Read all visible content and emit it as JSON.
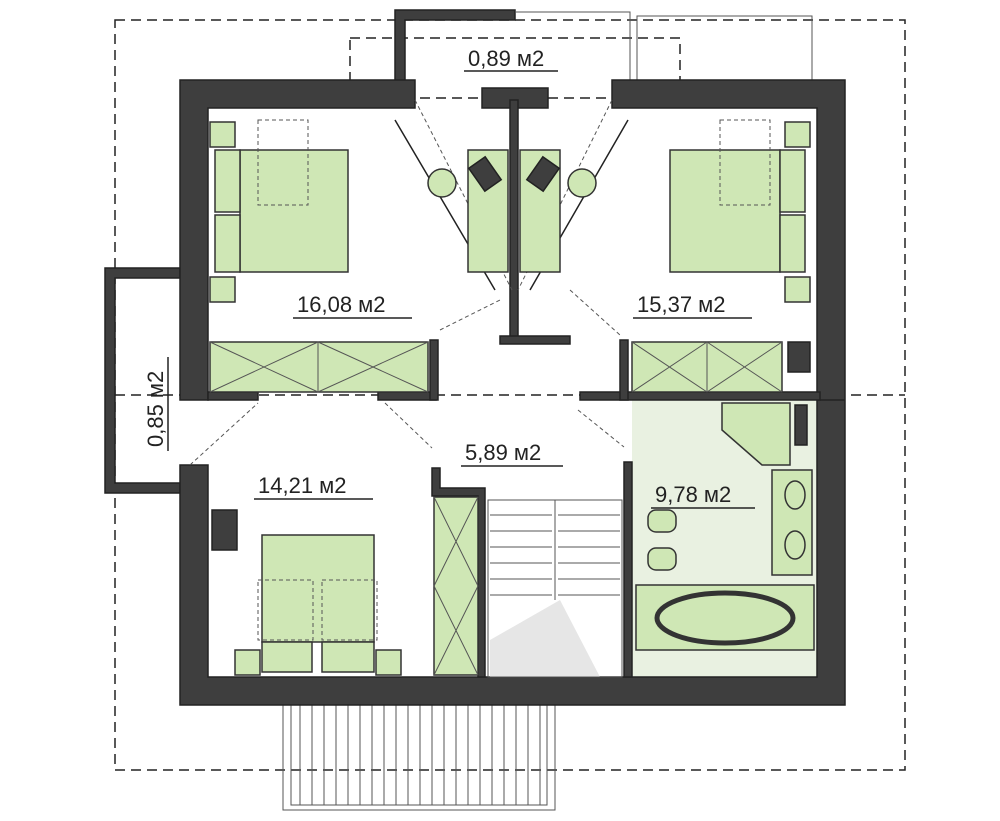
{
  "rooms": [
    {
      "name": "bedroom-1",
      "area": "16,08 м2"
    },
    {
      "name": "bedroom-2",
      "area": "15,37 м2"
    },
    {
      "name": "bedroom-3",
      "area": "14,21 м2"
    },
    {
      "name": "hall",
      "area": "5,89 м2"
    },
    {
      "name": "bathroom",
      "area": "9,78 м2"
    },
    {
      "name": "balcony-top",
      "area": "0,89 м2"
    },
    {
      "name": "balcony-left",
      "area": "0,85 м2"
    }
  ],
  "colors": {
    "wall": "#3e3e3e",
    "furniture": "#cfe7b5",
    "bathroom_floor": "#e9f1e1"
  }
}
